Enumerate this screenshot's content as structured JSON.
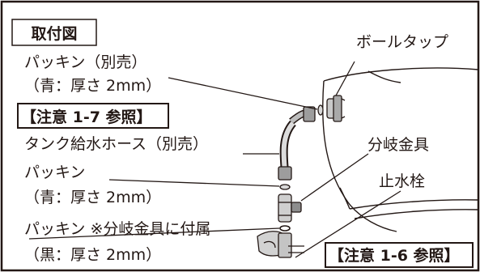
{
  "title": "取付図",
  "labels": {
    "ball_tap": "ボールタップ",
    "packing_1_line1": "パッキン（別売）",
    "packing_1_line2": "（青：厚さ 2mm）",
    "caution_1_7": "【注意 1-7 参照】",
    "tank_hose": "タンク給水ホース（別売）",
    "packing_2_line1": "パッキン",
    "packing_2_line2": "（青：厚さ 2mm）",
    "packing_3_line1": "パッキン ※分岐金具に付属",
    "packing_3_line2": "（黒：厚さ 2mm）",
    "branch_fitting": "分岐金具",
    "stop_valve": "止水栓",
    "caution_1_6": "【注意 1-6 参照】"
  }
}
